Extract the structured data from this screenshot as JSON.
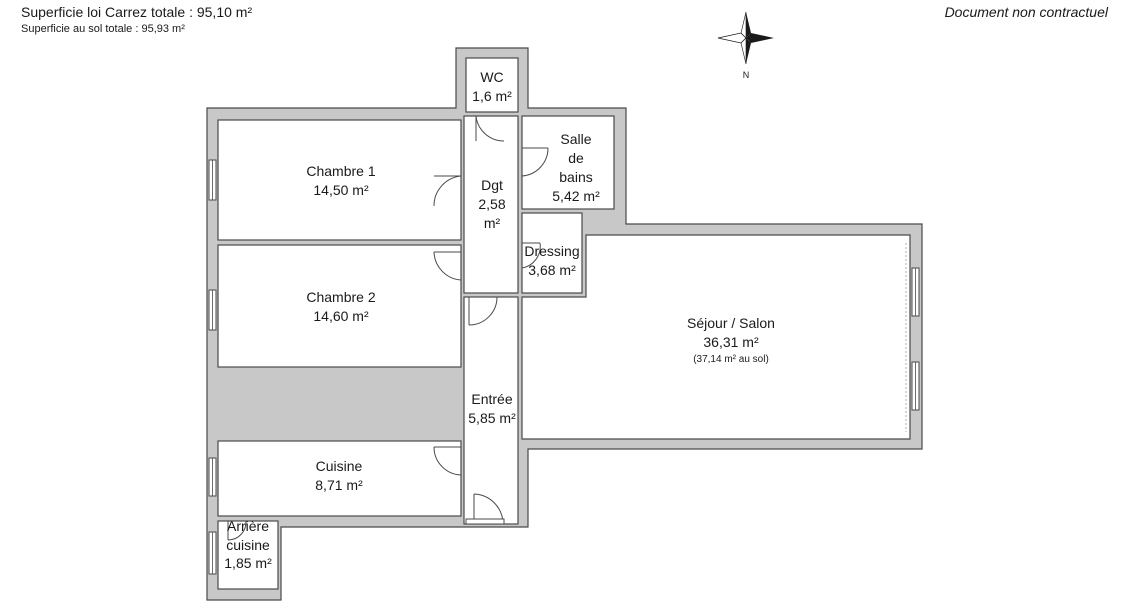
{
  "header": {
    "carrez_total": "Superficie loi Carrez totale :  95,10 m²",
    "floor_total": "Superficie au sol totale :  95,93 m²",
    "disclaimer": "Document non contractuel"
  },
  "compass": {
    "north_label": "N"
  },
  "rooms": {
    "wc": {
      "name": "WC",
      "area": "1,6 m²"
    },
    "salle_de_bains": {
      "name_line1": "Salle",
      "name_line2": "de",
      "name_line3": "bains",
      "area": "5,42 m²"
    },
    "chambre1": {
      "name": "Chambre 1",
      "area": "14,50 m²"
    },
    "dgt": {
      "name": "Dgt",
      "area_line1": "2,58",
      "area_line2": "m²"
    },
    "dressing": {
      "name": "Dressing",
      "area": "3,68 m²"
    },
    "chambre2": {
      "name": "Chambre 2",
      "area": "14,60 m²"
    },
    "sejour": {
      "name": "Séjour / Salon",
      "area": "36,31 m²",
      "note": "(37,14 m² au sol)"
    },
    "entree": {
      "name": "Entrée",
      "area": "5,85 m²"
    },
    "cuisine": {
      "name": "Cuisine",
      "area": "8,71 m²"
    },
    "arriere_cuisine": {
      "name_line1": "Arrière",
      "name_line2": "cuisine",
      "area": "1,85 m²"
    }
  },
  "colors": {
    "wall": "#c8c8c8",
    "outline": "#4a4a4a",
    "room": "#ffffff"
  }
}
